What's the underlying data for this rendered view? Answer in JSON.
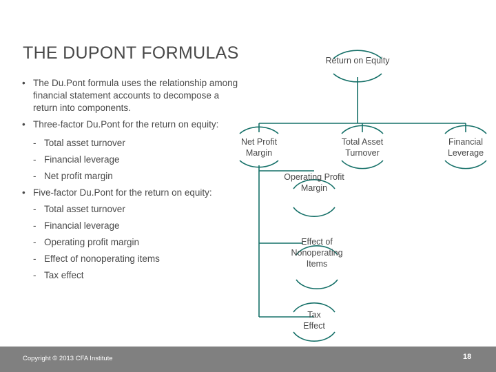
{
  "slide": {
    "title": "THE DUPONT FORMULAS",
    "accent_color": "#157068",
    "text_color": "#494949",
    "footer_bar_color": "#808080"
  },
  "bullets": [
    {
      "level": 1,
      "marker": "•",
      "text": "The Du.Pont formula uses the relationship among financial statement accounts to decompose a return into components."
    },
    {
      "level": 1,
      "marker": "•",
      "text": "Three-factor Du.Pont for the return on equity:"
    },
    {
      "level": 2,
      "marker": "-",
      "text": "Total asset turnover"
    },
    {
      "level": 2,
      "marker": "-",
      "text": "Financial leverage"
    },
    {
      "level": 2,
      "marker": "-",
      "text": "Net profit margin"
    },
    {
      "level": 1,
      "marker": "•",
      "text": "Five-factor Du.Pont for the return on equity:"
    },
    {
      "level": 2,
      "marker": "-",
      "text": "Total asset turnover"
    },
    {
      "level": 2,
      "marker": "-",
      "text": "Financial leverage"
    },
    {
      "level": 2,
      "marker": "-",
      "text": "Operating profit margin"
    },
    {
      "level": 2,
      "marker": "-",
      "text": "Effect of nonoperating items"
    },
    {
      "level": 2,
      "marker": "-",
      "text": "Tax effect"
    }
  ],
  "chart_data": {
    "type": "diagram",
    "title": "Du Pont decomposition tree",
    "nodes": [
      {
        "id": "roe",
        "label": "Return on Equity"
      },
      {
        "id": "npm",
        "label": "Net Profit\nMargin"
      },
      {
        "id": "tat",
        "label": "Total Asset\nTurnover"
      },
      {
        "id": "flev",
        "label": "Financial\nLeverage"
      },
      {
        "id": "opm",
        "label": "Operating Profit\nMargin"
      },
      {
        "id": "nonop",
        "label": "Effect of\nNonoperating\nItems"
      },
      {
        "id": "tax",
        "label": "Tax\nEffect"
      }
    ],
    "edges": [
      {
        "from": "roe",
        "to": "npm"
      },
      {
        "from": "roe",
        "to": "tat"
      },
      {
        "from": "roe",
        "to": "flev"
      },
      {
        "from": "npm",
        "to": "opm"
      },
      {
        "from": "npm",
        "to": "nonop"
      },
      {
        "from": "npm",
        "to": "tax"
      }
    ]
  },
  "diagram_labels": {
    "roe": "Return on Equity",
    "npm_line1": "Net Profit",
    "npm_line2": "Margin",
    "tat_line1": "Total Asset",
    "tat_line2": "Turnover",
    "flev_line1": "Financial",
    "flev_line2": "Leverage",
    "opm_line1": "Operating Profit",
    "opm_line2": "Margin",
    "nonop_line1": "Effect of",
    "nonop_line2": "Nonoperating",
    "nonop_line3": "Items",
    "tax_line1": "Tax",
    "tax_line2": "Effect"
  },
  "footer": {
    "copyright": "Copyright © 2013 CFA Institute",
    "page_number": "18"
  }
}
